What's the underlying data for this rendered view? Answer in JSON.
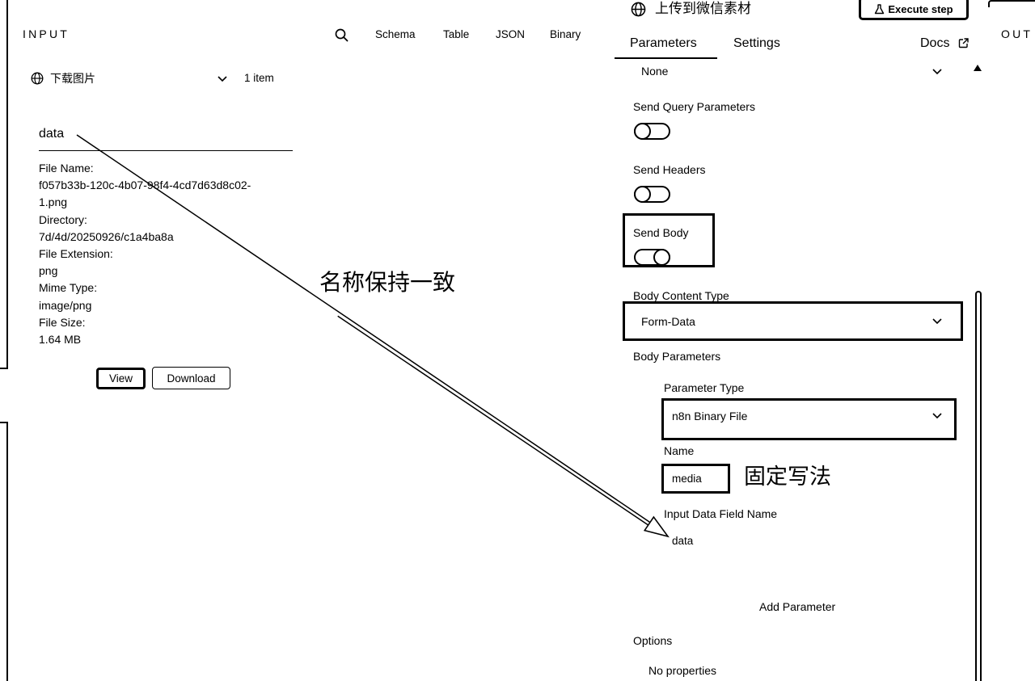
{
  "input_panel": {
    "title": "INPUT",
    "tabs": [
      "Schema",
      "Table",
      "JSON",
      "Binary"
    ],
    "source_node": "下载图片",
    "item_count": "1 item",
    "binary": {
      "property_name": "data",
      "file_name_label": "File Name:",
      "file_name_lines": [
        "f057b33b-120c-4b07-98f4-4cd7d63d8c02-",
        "1.png"
      ],
      "directory_label": "Directory:",
      "directory": "7d/4d/20250926/c1a4ba8a",
      "extension_label": "File Extension:",
      "extension": "png",
      "mime_label": "Mime Type:",
      "mime": "image/png",
      "size_label": "File Size:",
      "size": "1.64 MB",
      "view_label": "View",
      "download_label": "Download"
    }
  },
  "node_panel": {
    "title": "上传到微信素材",
    "execute_label": "Execute step",
    "tabs": [
      "Parameters",
      "Settings"
    ],
    "active_tab": "Parameters",
    "docs_label": "Docs"
  },
  "output_panel": {
    "title": "OUT"
  },
  "parameters": {
    "top_select_value": "None",
    "send_query": {
      "label": "Send Query Parameters",
      "enabled": false
    },
    "send_headers": {
      "label": "Send Headers",
      "enabled": false
    },
    "send_body": {
      "label": "Send Body",
      "enabled": true
    },
    "body_content_type": {
      "label": "Body Content Type",
      "value": "Form-Data"
    },
    "body_parameters_label": "Body Parameters",
    "parameter_type": {
      "label": "Parameter Type",
      "value": "n8n Binary File"
    },
    "name": {
      "label": "Name",
      "value": "media"
    },
    "input_data_field": {
      "label": "Input Data Field Name",
      "value": "data"
    },
    "add_parameter_label": "Add Parameter",
    "options": {
      "label": "Options",
      "empty_text": "No properties"
    }
  },
  "annotations": {
    "arrow_note": "名称保持一致",
    "fixed_note": "固定写法"
  },
  "colors": {
    "ink": "#000000",
    "paper": "#ffffff"
  }
}
